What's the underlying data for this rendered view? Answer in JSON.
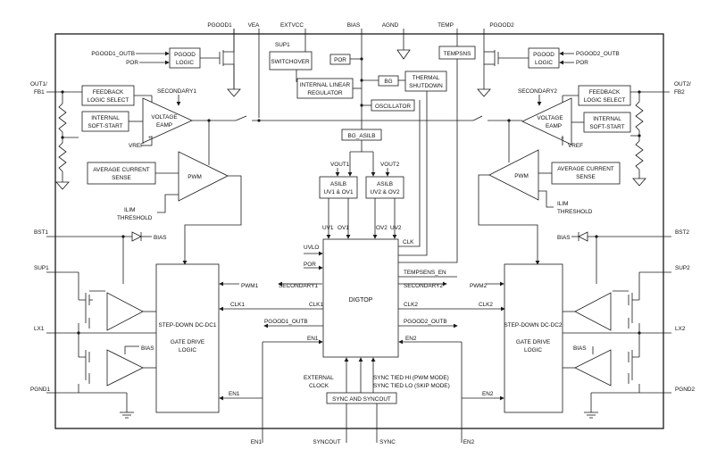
{
  "pins": {
    "pgood1": "PGOOD1",
    "vea": "VEA",
    "extvcc": "EXTVCC",
    "bias": "BIAS",
    "agnd": "AGND",
    "temp": "TEMP",
    "pgood2": "PGOOD2",
    "out1": "OUT1/",
    "fb1": "FB1",
    "out2": "OUT2/",
    "fb2": "FB2",
    "bst1": "BST1",
    "sup1": "SUP1",
    "lx1": "LX1",
    "pgnd1": "PGND1",
    "bst2": "BST2",
    "sup2": "SUP2",
    "lx2": "LX2",
    "pgnd2": "PGND2",
    "en1": "EN1",
    "en2": "EN2",
    "syncout": "SYNCOUT",
    "sync": "SYNC"
  },
  "blocks": {
    "pgood_logic_l": [
      "PGOOD",
      "LOGIC"
    ],
    "pgood_logic_r": [
      "PGOOD",
      "LOGIC"
    ],
    "switchover": "SWITCHOVER",
    "sup1_label": "SUP1",
    "por_top": "POR",
    "bg": "BG",
    "thermal": [
      "THERMAL",
      "SHUTDOWN"
    ],
    "tempsns": "TEMPSNS",
    "linreg": [
      "INTERNAL LINEAR",
      "REGULATOR"
    ],
    "oscillator": "OSCILLATOR",
    "bg_asilb": "BG_ASILB",
    "asilb_l": [
      "ASILB",
      "UV1 & OV1"
    ],
    "asilb_r": [
      "ASILB",
      "UV2 & OV2"
    ],
    "vout1": "VOUT1",
    "vout2": "VOUT2",
    "fb_logic_l": [
      "FEEDBACK",
      "LOGIC SELECT"
    ],
    "fb_logic_r": [
      "FEEDBACK",
      "LOGIC SELECT"
    ],
    "softstart_l": [
      "INTERNAL",
      "SOFT-START"
    ],
    "softstart_r": [
      "INTERNAL",
      "SOFT-START"
    ],
    "vamp_l": [
      "VOLTAGE",
      "EAMP"
    ],
    "vamp_r": [
      "VOLTAGE",
      "EAMP"
    ],
    "secondary1": "SECONDARY1",
    "secondary2": "SECONDARY2",
    "vref_l": "VREF",
    "vref_r": "VREF",
    "avg_l": [
      "AVERAGE CURRENT",
      "SENSE"
    ],
    "avg_r": [
      "AVERAGE CURRENT",
      "SENSE"
    ],
    "pwm_l": "PWM",
    "pwm_r": "PWM",
    "ilim_l": [
      "ILIM",
      "THRESHOLD"
    ],
    "ilim_r": [
      "ILIM",
      "THRESHOLD"
    ],
    "digtop": "DIGTOP",
    "dcdc1": [
      "STEP-DOWN DC-DC1",
      "GATE DRIVE",
      "LOGIC"
    ],
    "dcdc2": [
      "STEP-DOWN DC-DC2",
      "GATE DRIVE",
      "LOGIC"
    ],
    "sync_block": "SYNC AND SYNCOUT"
  },
  "signals": {
    "pgood1_outb": "PGOOD1_OUTB",
    "por": "POR",
    "pgood2_outb": "PGOOD2_OUTB",
    "bias_l": "BIAS",
    "bias_r": "BIAS",
    "bias_gl": "BIAS",
    "bias_gr": "BIAS",
    "pwm1": "PWM1",
    "pwm2": "PWM2",
    "clk1": "CLK1",
    "clk2": "CLK2",
    "uv1": "UV1",
    "ov1": "OV1",
    "ov2": "OV2",
    "uv2": "UV2",
    "uvlo": "UVLO",
    "por_d": "POR",
    "clk": "CLK",
    "tempsens_en": "TEMPSENS_EN",
    "secondary1_d": "SECONDARY1",
    "secondary2_d": "SECONDARY2",
    "clk1_d": "CLK1",
    "clk2_d": "CLK2",
    "pgood1_outb_d": "PGOOD1_OUTB",
    "pgood2_outb_d": "PGOOD2_OUTB",
    "en1_d": "EN1",
    "en2_d": "EN2",
    "en1_l": "EN1",
    "en2_r": "EN2",
    "external_clock": [
      "EXTERNAL",
      "CLOCK"
    ],
    "sync_modes": [
      "SYNC TIED HI (PWM MODE)",
      "SYNC TIED LO (SKIP MODE)"
    ]
  }
}
